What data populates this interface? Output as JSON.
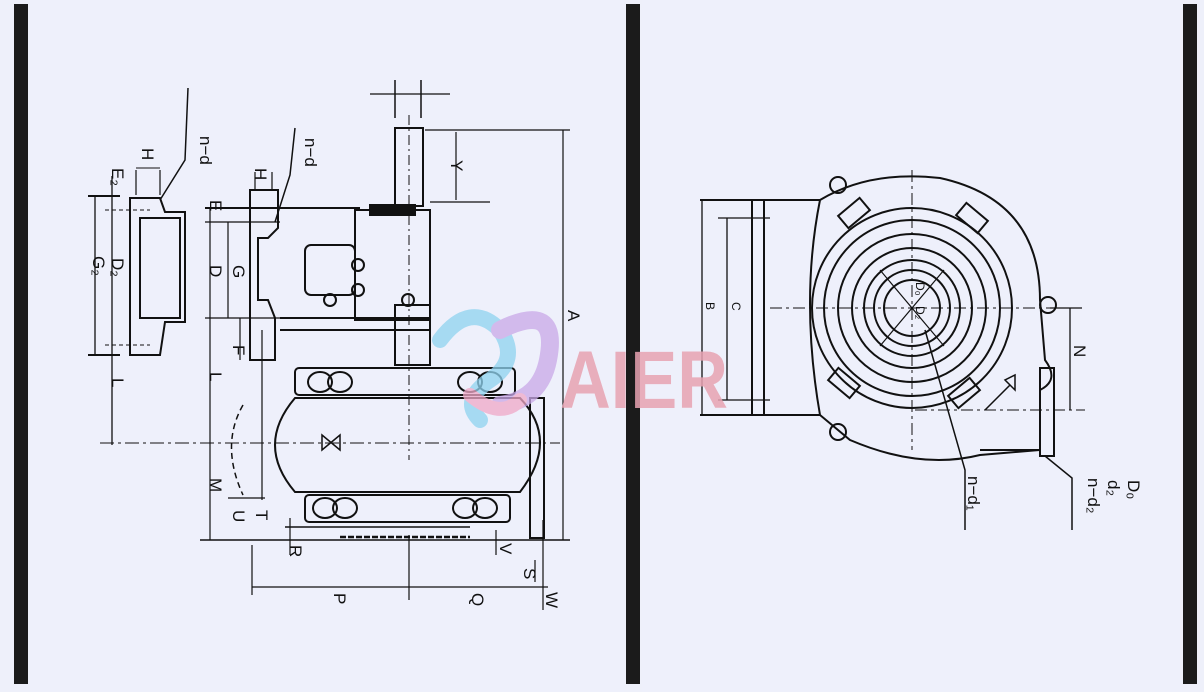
{
  "figure": {
    "panels": [
      {
        "id": "side-view",
        "description": "Side elevation of pump with motor and base"
      },
      {
        "id": "front-view",
        "description": "Front elevation showing volute casing and flanges"
      }
    ],
    "side_view_labels": {
      "n_d_1": "n−d",
      "n_d_2": "n−d",
      "H_1": "H",
      "H_2": "H",
      "E2": "E₂",
      "D2": "D₂",
      "G2": "G₂",
      "E": "E",
      "G": "G",
      "D": "D",
      "F": "F",
      "L_1": "L",
      "L_2": "L",
      "M": "M",
      "U": "U",
      "T": "T",
      "R": "R",
      "V": "V",
      "P": "P",
      "Q": "Q",
      "S": "S",
      "W": "W",
      "Y": "Y",
      "A": "A"
    },
    "front_view_labels": {
      "B": "B",
      "C": "C",
      "N": "N",
      "D0": "D₀",
      "D2_center": "D₂",
      "n_d1": "n−d₁",
      "n_d2": "n−d₂",
      "d2": "d₂",
      "D0_right": "D₀"
    },
    "watermark": {
      "text": "AIER",
      "color": "#e8a3b2",
      "logo_colors": [
        "#8fd3f0",
        "#c9a8e8",
        "#f0a8c8"
      ]
    }
  }
}
